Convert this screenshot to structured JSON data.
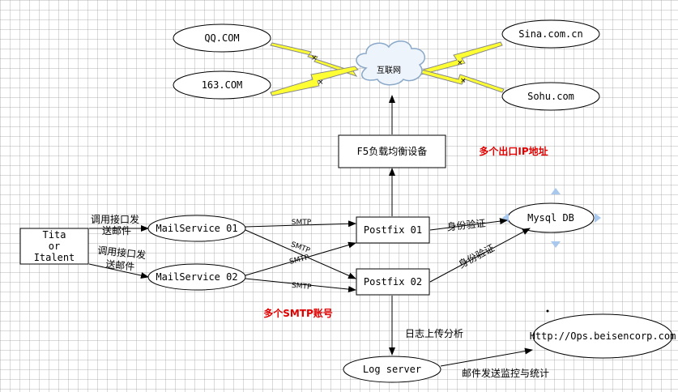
{
  "nodes": {
    "qq": "QQ.COM",
    "n163": "163.COM",
    "sina": "Sina.com.cn",
    "sohu": "Sohu.com",
    "internet": "互联网",
    "f5": "F5负载均衡设备",
    "multi_ip": "多个出口IP地址",
    "tita_line1": "Tita",
    "tita_line2": "or",
    "tita_line3": "Italent",
    "mailservice1": "MailService 01",
    "mailservice2": "MailService 02",
    "postfix1": "Postfix 01",
    "postfix2": "Postfix 02",
    "mysql": "Mysql DB",
    "logserver": "Log server",
    "ops": "Http://Ops.beisencorp.com",
    "multi_smtp": "多个SMTP账号"
  },
  "labels": {
    "call1_line1": "调用接口发",
    "call1_line2": "送邮件",
    "call2_line1": "调用接口发",
    "call2_line2": "送邮件",
    "smtp1": "SMTP",
    "smtp2": "SMTP",
    "smtp3": "SMTP",
    "smtp4": "SMTP",
    "auth1": "身份验证",
    "auth2": "身份验证",
    "log_upload": "日志上传分析",
    "monitor": "邮件发送监控与统计"
  },
  "colors": {
    "lightning": "#ffff33",
    "accent_red": "#e00000",
    "arrow_blue": "#a8c8ee"
  }
}
